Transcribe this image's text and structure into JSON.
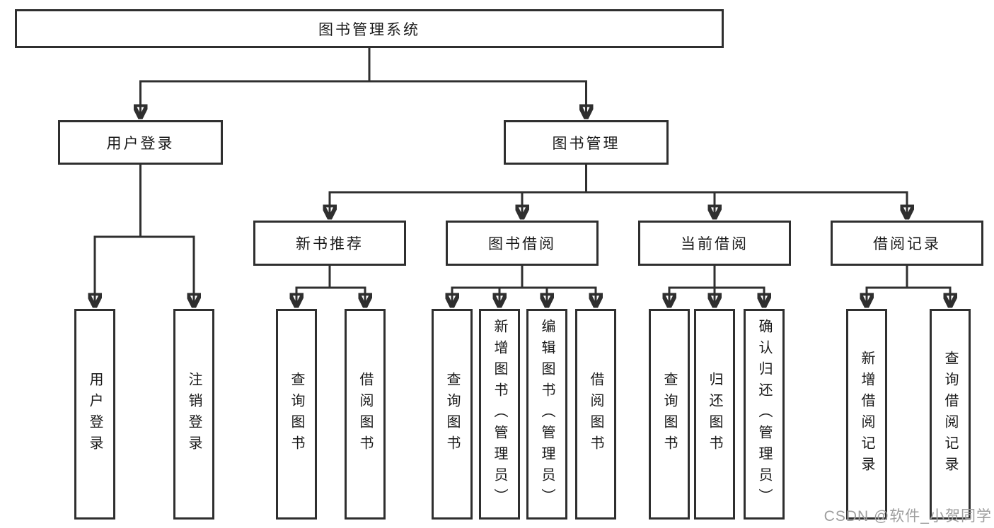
{
  "tree": {
    "root": "图书管理系统",
    "user_login": "用户登录",
    "book_mgmt": "图书管理",
    "modules": [
      "新书推荐",
      "图书借阅",
      "当前借阅",
      "借阅记录"
    ],
    "user_login_leaves": [
      "用户登录",
      "注销登录"
    ],
    "new_book_leaves": [
      "查询图书",
      "借阅图书"
    ],
    "book_borrow_leaves": [
      "查询图书",
      "新增图书（管理员）",
      "编辑图书（管理员）",
      "借阅图书"
    ],
    "current_borrow_leaves": [
      "查询图书",
      "归还图书",
      "确认归还（管理员）"
    ],
    "borrow_record_leaves": [
      "新增借阅记录",
      "查询借阅记录"
    ]
  },
  "watermark": {
    "text": "CSDN @软件_小贺同学"
  },
  "colors": {
    "line": "#2f2f2f",
    "box_border": "#2f2f2f",
    "text": "#1a1a1a",
    "watermark": "#9e9e9e",
    "background": "#ffffff"
  }
}
